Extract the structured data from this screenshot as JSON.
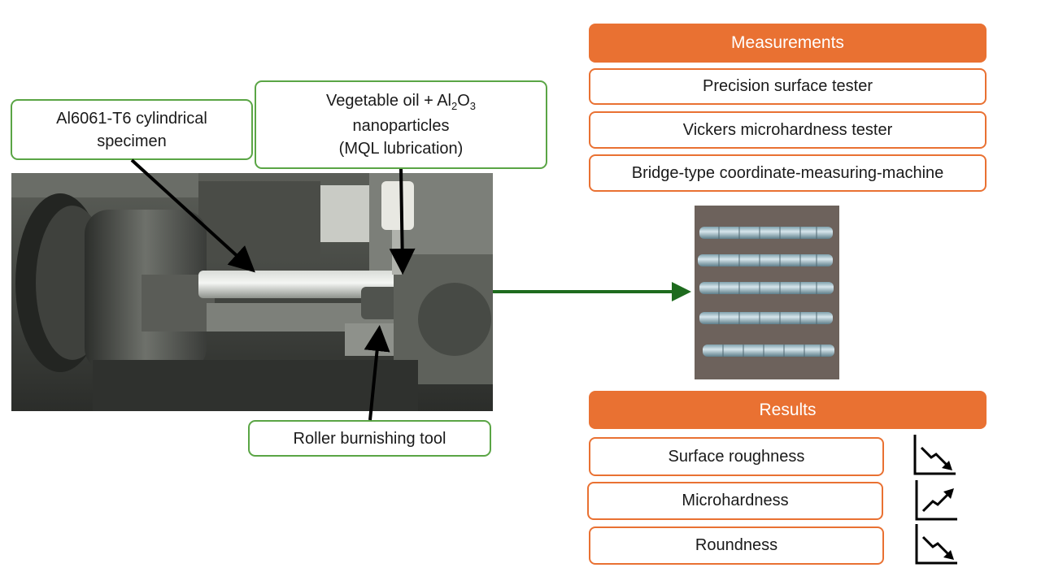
{
  "labels": {
    "specimen": {
      "line1": "Al6061-T6 cylindrical",
      "line2": "specimen"
    },
    "lubricant": {
      "line1_pre": "Vegetable oil + Al",
      "sub1": "2",
      "line1_mid": "O",
      "sub2": "3",
      "line2": "nanoparticles",
      "line3": "(MQL lubrication)"
    },
    "tool": "Roller burnishing tool"
  },
  "measurements": {
    "header": "Measurements",
    "items": [
      "Precision surface tester",
      "Vickers microhardness tester",
      "Bridge-type coordinate-measuring-machine"
    ]
  },
  "results": {
    "header": "Results",
    "items": [
      {
        "label": "Surface roughness",
        "trend": "down",
        "icon": "decreasing-trend-icon"
      },
      {
        "label": "Microhardness",
        "trend": "up",
        "icon": "increasing-trend-icon"
      },
      {
        "label": "Roundness",
        "trend": "down",
        "icon": "decreasing-trend-icon"
      }
    ]
  },
  "colors": {
    "orange": "#e97132",
    "green_border": "#5aa545",
    "flow_arrow": "#1e6b1e"
  }
}
